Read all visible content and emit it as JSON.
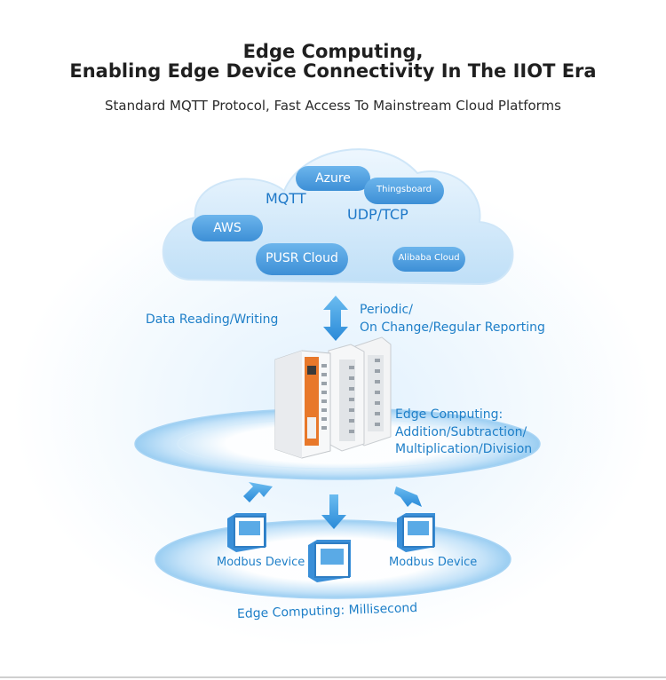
{
  "header": {
    "title_line1": "Edge Computing,",
    "title_line2": "Enabling Edge Device Connectivity In The IIOT Era",
    "subtitle": "Standard MQTT Protocol, Fast Access To Mainstream Cloud Platforms"
  },
  "cloud": {
    "protocols": [
      "MQTT",
      "UDP/TCP"
    ],
    "platforms": {
      "azure": "Azure",
      "thingsboard": "Thingsboard",
      "aws": "AWS",
      "pusr": "PUSR Cloud",
      "alibaba": "Alibaba Cloud"
    }
  },
  "labels": {
    "data_rw": "Data Reading/Writing",
    "reporting_line1": "Periodic/",
    "reporting_line2": "On Change/Regular Reporting",
    "edge_line1": "Edge Computing:",
    "edge_line2": "Addition/Subtraction/",
    "edge_line3": "Multiplication/Division",
    "millisecond": "Edge Computing: Millisecond"
  },
  "devices": {
    "left_label": "Modbus Device",
    "right_label": "Modbus Device"
  },
  "colors": {
    "accent_blue": "#1e78c8",
    "pill_blue": "#4a9fe0",
    "cloud_light": "#d8ecfb",
    "module_orange": "#e8782a"
  }
}
